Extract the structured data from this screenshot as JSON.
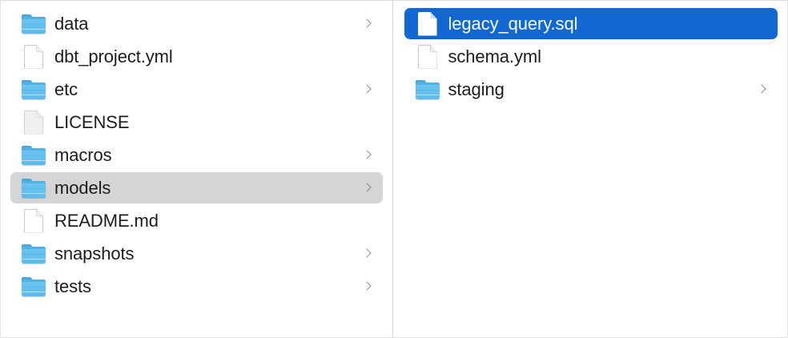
{
  "window": {
    "view_mode": "column",
    "accent_color": "#1268d3",
    "inactive_selection_color": "#d5d5d5",
    "folder_icon_color": "#5bb9ec"
  },
  "columns": [
    {
      "name": "project-root-column",
      "items": [
        {
          "label": "data",
          "icon": "folder-icon",
          "kind": "folder",
          "has_disclosure": true,
          "state": "normal"
        },
        {
          "label": "dbt_project.yml",
          "icon": "file-document-icon",
          "kind": "file",
          "has_disclosure": false,
          "state": "normal"
        },
        {
          "label": "etc",
          "icon": "folder-icon",
          "kind": "folder",
          "has_disclosure": true,
          "state": "normal"
        },
        {
          "label": "LICENSE",
          "icon": "file-plain-icon",
          "kind": "file",
          "has_disclosure": false,
          "state": "normal"
        },
        {
          "label": "macros",
          "icon": "folder-icon",
          "kind": "folder",
          "has_disclosure": true,
          "state": "normal"
        },
        {
          "label": "models",
          "icon": "folder-icon",
          "kind": "folder",
          "has_disclosure": true,
          "state": "selected-inactive"
        },
        {
          "label": "README.md",
          "icon": "file-document-icon",
          "kind": "file",
          "has_disclosure": false,
          "state": "normal"
        },
        {
          "label": "snapshots",
          "icon": "folder-icon",
          "kind": "folder",
          "has_disclosure": true,
          "state": "normal"
        },
        {
          "label": "tests",
          "icon": "folder-icon",
          "kind": "folder",
          "has_disclosure": true,
          "state": "normal"
        }
      ]
    },
    {
      "name": "models-folder-column",
      "items": [
        {
          "label": "legacy_query.sql",
          "icon": "file-document-icon",
          "kind": "file",
          "has_disclosure": false,
          "state": "selected-active"
        },
        {
          "label": "schema.yml",
          "icon": "file-document-icon",
          "kind": "file",
          "has_disclosure": false,
          "state": "normal"
        },
        {
          "label": "staging",
          "icon": "folder-icon",
          "kind": "folder",
          "has_disclosure": true,
          "state": "normal"
        }
      ]
    }
  ]
}
